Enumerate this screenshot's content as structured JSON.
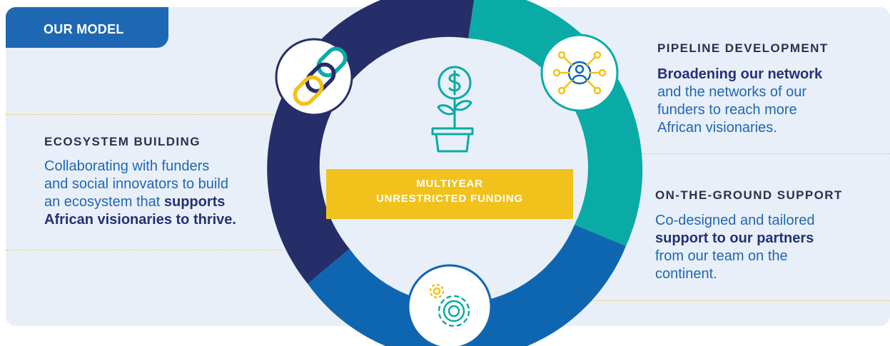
{
  "badge": {
    "label": "OUR MODEL"
  },
  "center": {
    "line1": "MULTIYEAR",
    "line2": "UNRESTRICTED FUNDING"
  },
  "ecosystem": {
    "title": "ECOSYSTEM BUILDING",
    "line1": "Collaborating with funders",
    "line2": "and social innovators to build",
    "line3_plain": "an ecosystem that ",
    "line3_bold": "supports",
    "line4_bold": "African visionaries to thrive."
  },
  "pipeline": {
    "title": "PIPELINE DEVELOPMENT",
    "line1_bold": "Broadening our network",
    "line2": "and the networks of our",
    "line3": "funders to reach more",
    "line4": "African visionaries."
  },
  "support": {
    "title": "ON-THE-GROUND SUPPORT",
    "line1": "Co-designed and tailored",
    "line2_bold": "support to our partners",
    "line3": "from our team on the",
    "line4": "continent."
  },
  "icons": {
    "top_left": "chain-link-icon",
    "top_right": "network-person-icon",
    "bottom": "gears-icon",
    "center": "money-plant-icon"
  },
  "colors": {
    "navy": "#252e69",
    "teal": "#0aaba6",
    "blue": "#0f66b0",
    "yellow": "#f1c21b",
    "panel": "#e9eff8"
  }
}
